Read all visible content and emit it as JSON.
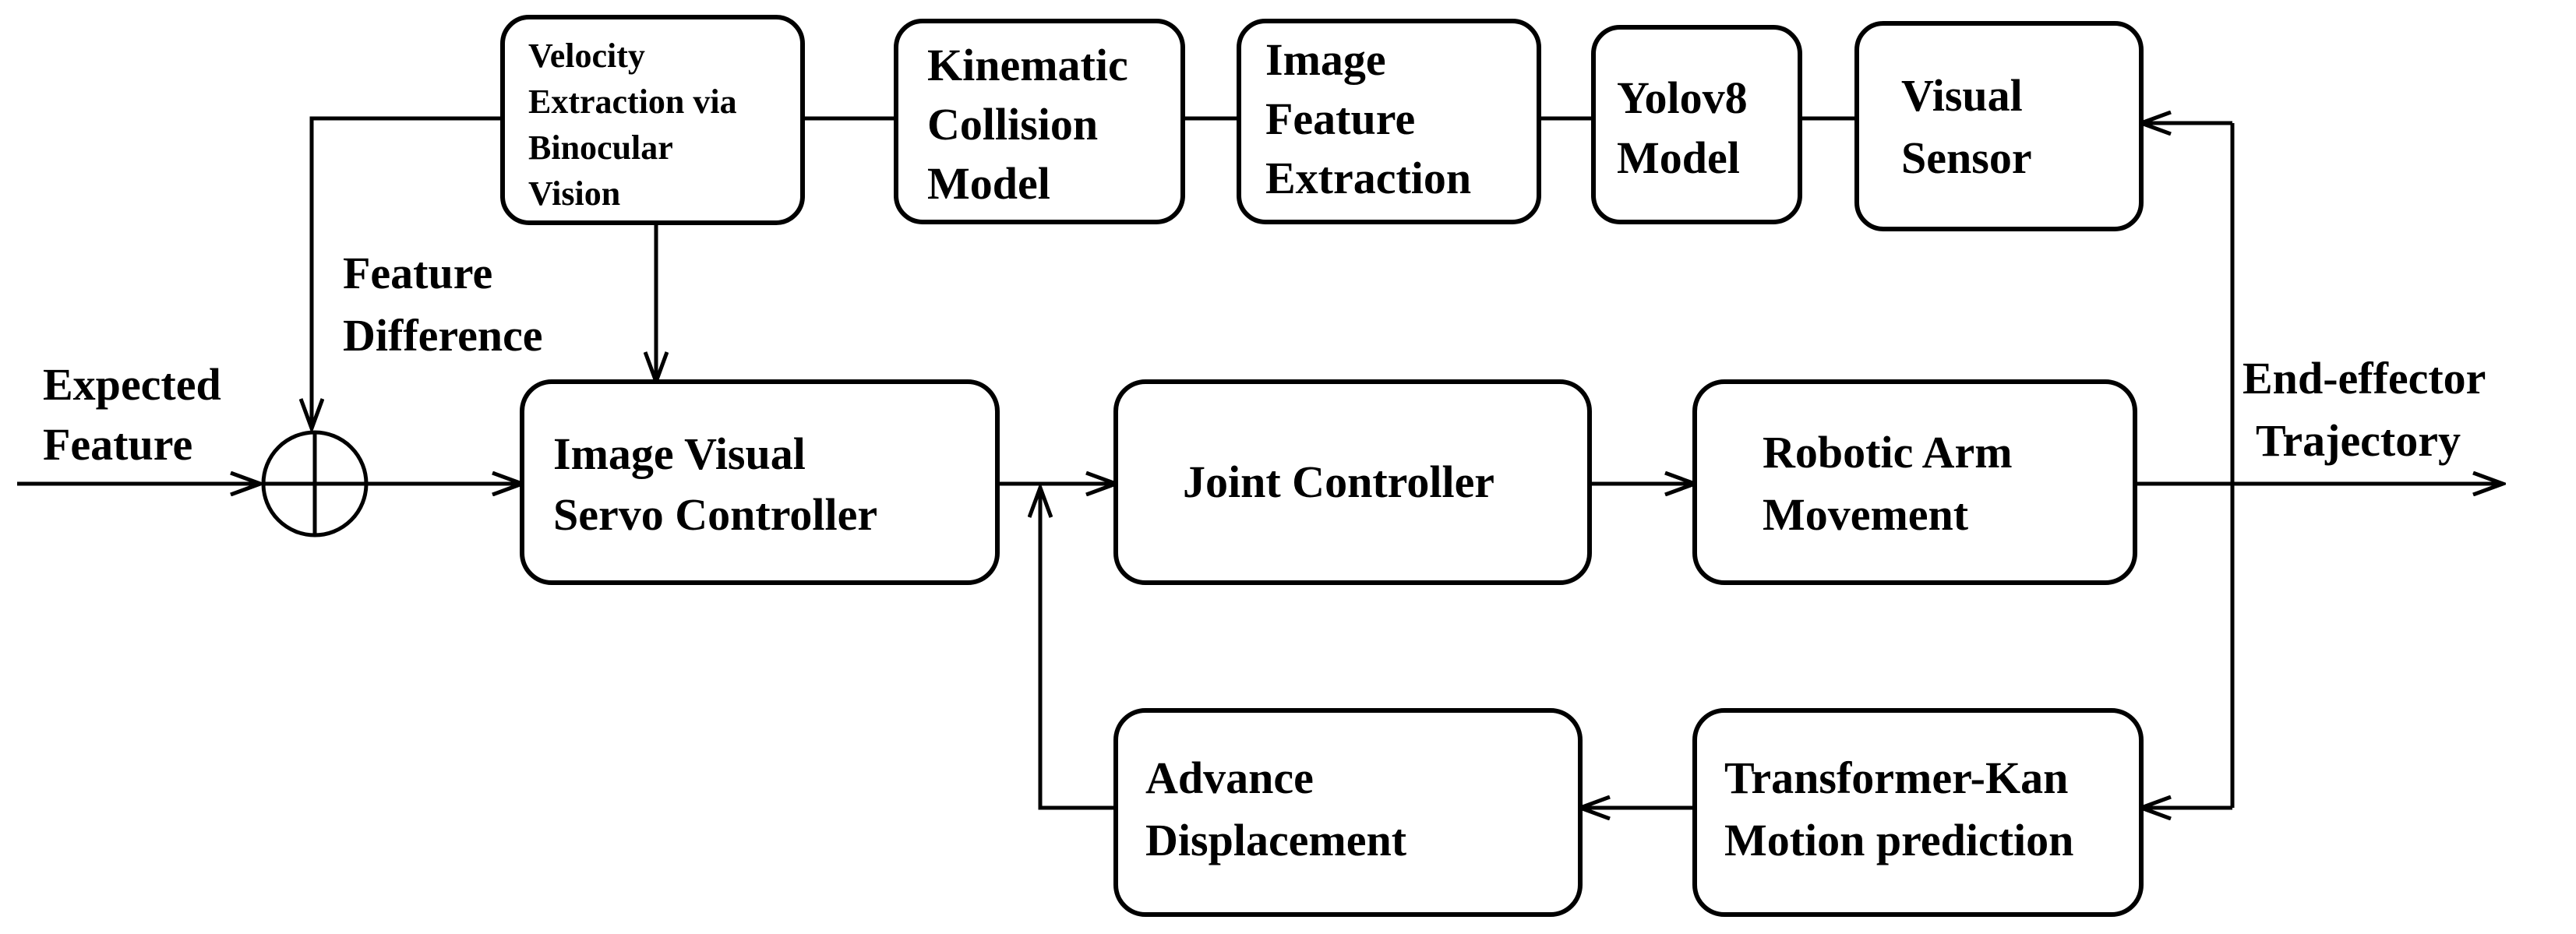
{
  "blocks": {
    "velocity": [
      "Velocity",
      "Extraction via",
      "Binocular",
      "Vision"
    ],
    "kinematic": [
      "Kinematic",
      "Collision",
      "Model"
    ],
    "image_feature": [
      "Image",
      "Feature",
      "Extraction"
    ],
    "yolo": [
      "Yolov8",
      "Model"
    ],
    "visual_sensor": [
      "Visual",
      "Sensor"
    ],
    "ivs_controller": [
      "Image Visual",
      "Servo Controller"
    ],
    "joint_controller": [
      "Joint Controller"
    ],
    "robotic_arm": [
      "Robotic Arm",
      "Movement"
    ],
    "advance": [
      "Advance",
      "Displacement"
    ],
    "transformer": [
      "Transformer-Kan",
      "Motion prediction"
    ]
  },
  "labels": {
    "expected": [
      "Expected",
      "Feature"
    ],
    "feature_diff": [
      "Feature",
      "Difference"
    ],
    "end_effector": [
      "End-effector",
      "Trajectory"
    ]
  }
}
